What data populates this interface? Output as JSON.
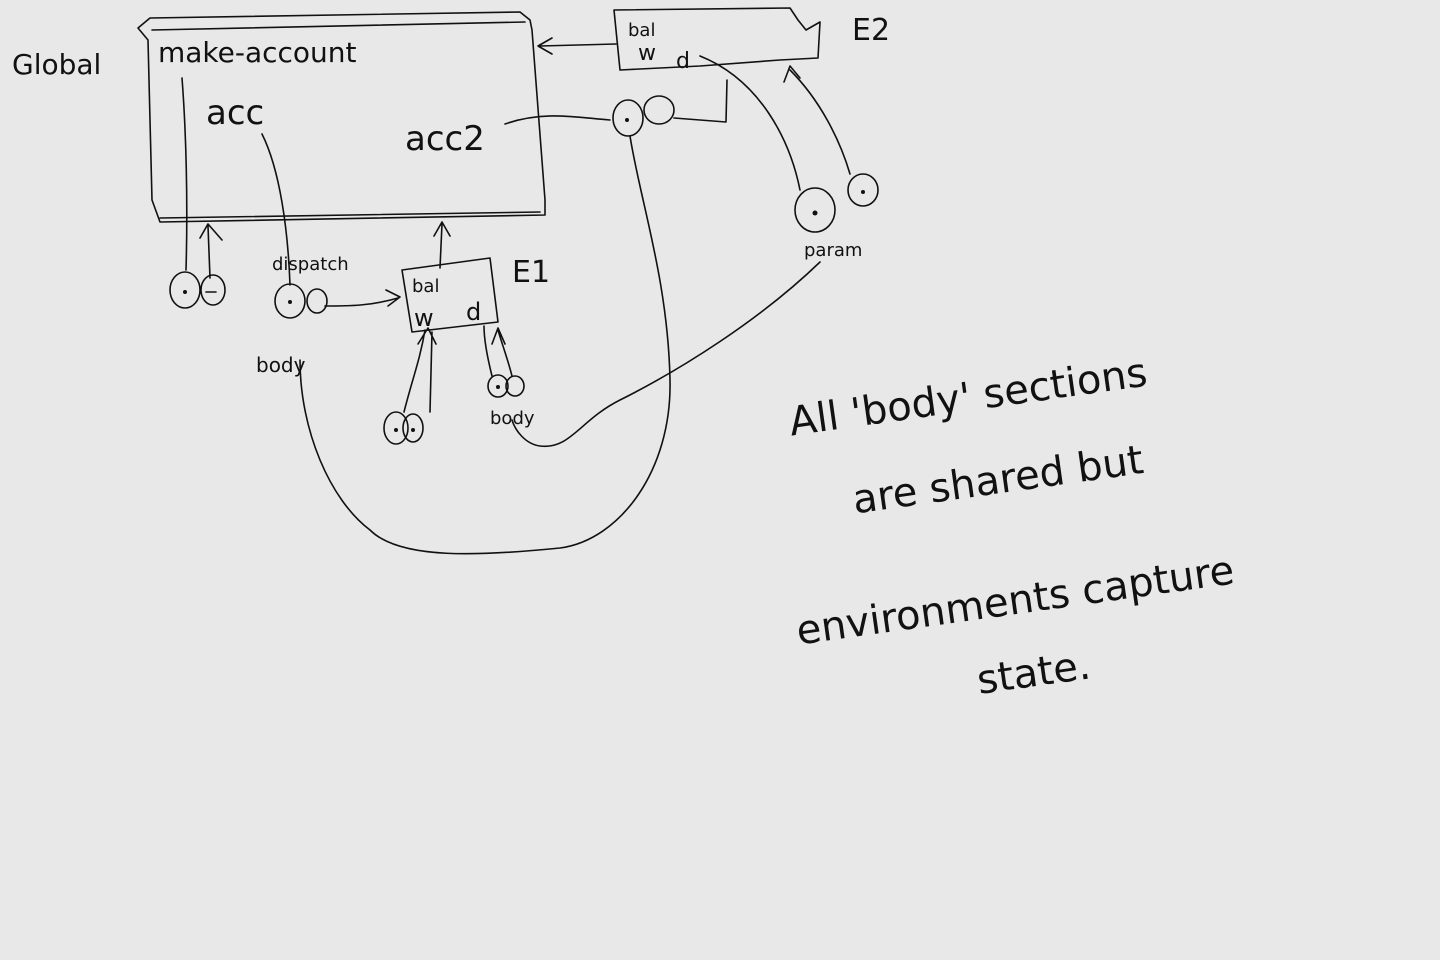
{
  "labels": {
    "global": "Global",
    "make_account": "make-account",
    "acc": "acc",
    "acc2": "acc2",
    "e1": "E1",
    "e2": "E2",
    "e1_bal": "bal",
    "e1_w": "w",
    "e1_d": "d",
    "e2_bal": "bal",
    "e2_w": "w",
    "e2_d": "d",
    "dispatch": "dispatch",
    "body_left": "body",
    "body_right": "body",
    "param": "param"
  },
  "note": {
    "line1": "All 'body' sections",
    "line2": "are shared but",
    "line3": "environments capture",
    "line4": "state."
  },
  "colors": {
    "ink": "#111111",
    "background": "#e8e8e8"
  }
}
